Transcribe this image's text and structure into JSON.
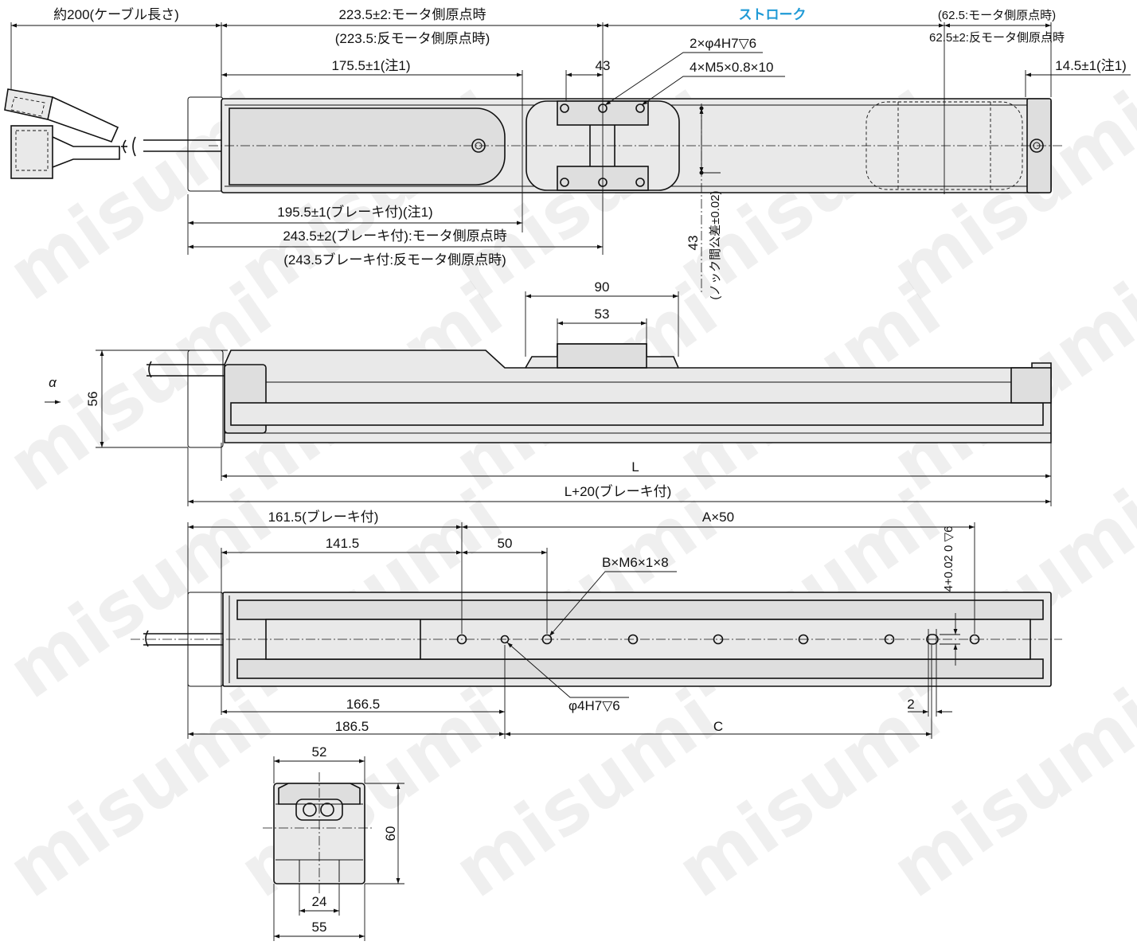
{
  "colors": {
    "accent": "#1f9ad6",
    "line": "#111111",
    "body_fill": "#e9e9e9",
    "watermark": "#000000"
  },
  "watermark": {
    "text": "misumi"
  },
  "top_view": {
    "cable_length": "約200(ケーブル長さ)",
    "origin_motor": "223.5±2:モータ側原点時",
    "origin_anti_motor": "(223.5:反モータ側原点時)",
    "stroke": "ストローク",
    "right_anti_motor": "(62.5:モータ側原点時)",
    "right_motor": "62.5±2:反モータ側原点時",
    "right_end": "14.5±1(注1)",
    "dim_175": "175.5±1(注1)",
    "dim_43": "43",
    "pin_holes": "2×φ4H7▽6",
    "tapped_holes": "4×M5×0.8×10",
    "brake_195": "195.5±1(ブレーキ付)(注1)",
    "brake_243_motor": "243.5±2(ブレーキ付):モータ側原点時",
    "brake_243_anti": "(243.5ブレーキ付:反モータ側原点時)",
    "knock_43": "43",
    "knock_tol": "(ノック間公差±0.02)"
  },
  "side_view": {
    "dim_90": "90",
    "dim_53": "53",
    "alpha": "α",
    "height_56": "56",
    "length_L": "L",
    "length_L_brake": "L+20(ブレーキ付)"
  },
  "bottom_view": {
    "brake_161": "161.5(ブレーキ付)",
    "a_pitch": "A×50",
    "dim_141": "141.5",
    "dim_50": "50",
    "b_tapped": "B×M6×1×8",
    "slot_depth": "4+0.02 0 ▽6",
    "dim_166": "166.5",
    "dim_186": "186.5",
    "dim_C": "C",
    "dim_2": "2",
    "pin_hole": "φ4H7▽6"
  },
  "end_view": {
    "width_52": "52",
    "height_60": "60",
    "width_24": "24",
    "width_55": "55"
  }
}
